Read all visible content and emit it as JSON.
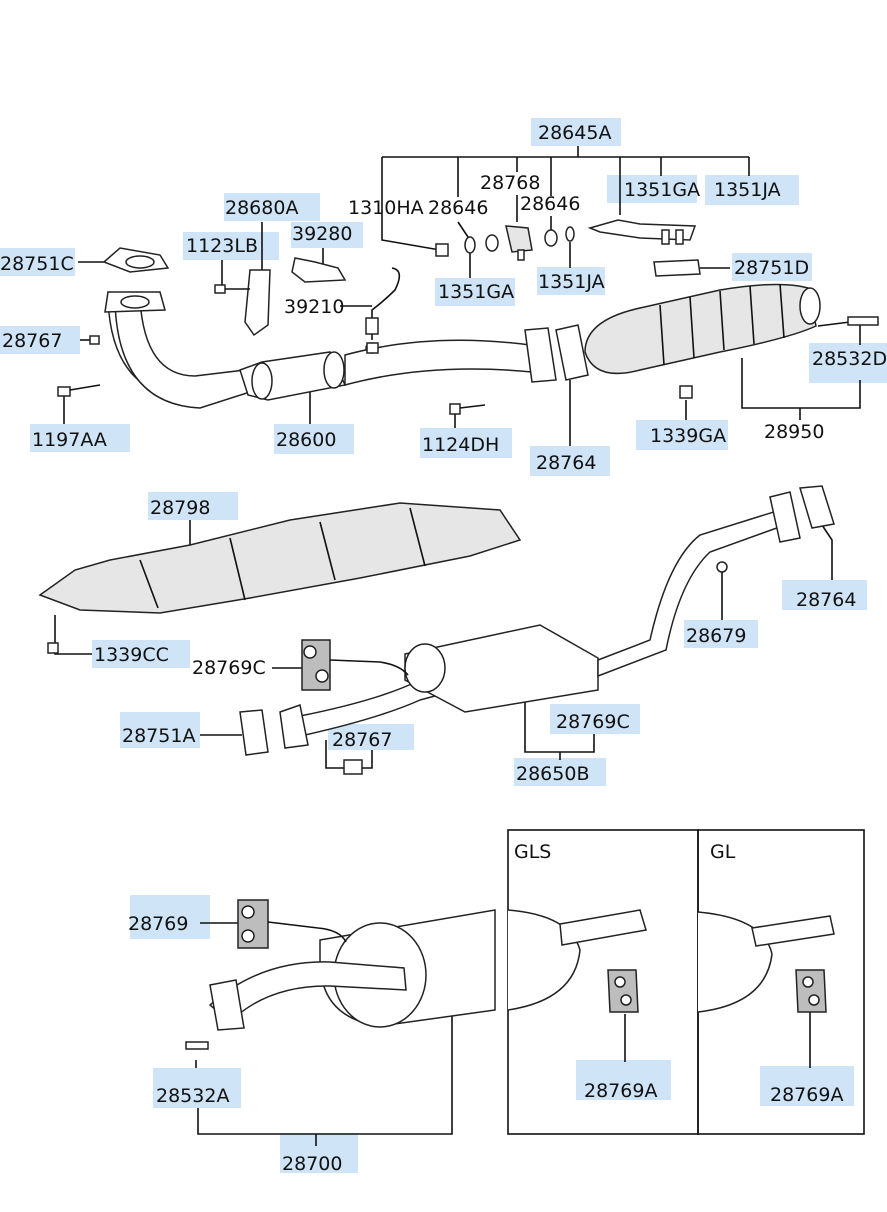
{
  "parts": {
    "p28645A": "28645A",
    "p28768": "28768",
    "p1351GA_top": "1351GA",
    "p1351JA_top": "1351JA",
    "p28680A": "28680A",
    "p1310HA": "1310HA",
    "p28646_a": "28646",
    "p28646_b": "28646",
    "p39280": "39280",
    "p1123LB": "1123LB",
    "p28751C": "28751C",
    "p39210": "39210",
    "p1351GA_mid": "1351GA",
    "p1351JA_mid": "1351JA",
    "p28751D": "28751D",
    "p28767_top": "28767",
    "p28532D": "28532D",
    "p1197AA": "1197AA",
    "p28600": "28600",
    "p1124DH": "1124DH",
    "p28764_top": "28764",
    "p1339GA": "1339GA",
    "p28950": "28950",
    "p28798": "28798",
    "p28764_mid": "28764",
    "p28679": "28679",
    "p1339CC": "1339CC",
    "p28769C_a": "28769C",
    "p28751A": "28751A",
    "p28767_mid": "28767",
    "p28769C_b": "28769C",
    "p28650B": "28650B",
    "p28769": "28769",
    "p28532A": "28532A",
    "p28700": "28700",
    "p28769A_gls": "28769A",
    "p28769A_gl": "28769A"
  },
  "variants": {
    "gls": "GLS",
    "gl": "GL"
  }
}
